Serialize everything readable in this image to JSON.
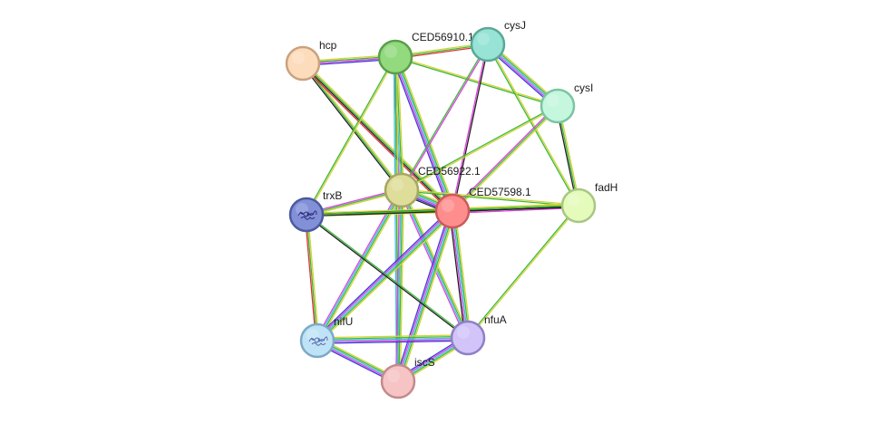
{
  "nodes": [
    {
      "id": "hcp",
      "label": "hcp",
      "fill": "#fddcbb",
      "stroke": "#c9a27e"
    },
    {
      "id": "CED56910.1",
      "label": "CED56910.1",
      "fill": "#93da7f",
      "stroke": "#5a9e49"
    },
    {
      "id": "cysJ",
      "label": "cysJ",
      "fill": "#97e3d5",
      "stroke": "#5aa896"
    },
    {
      "id": "cysI",
      "label": "cysI",
      "fill": "#c4f7de",
      "stroke": "#7dc4a2"
    },
    {
      "id": "CED56922.1",
      "label": "CED56922.1",
      "fill": "#dedd9a",
      "stroke": "#a8a660"
    },
    {
      "id": "CED57598.1",
      "label": "CED57598.1",
      "fill": "#fe8e8e",
      "stroke": "#cc5a5a"
    },
    {
      "id": "fadH",
      "label": "fadH",
      "fill": "#e4fbbb",
      "stroke": "#a8c683"
    },
    {
      "id": "trxB",
      "label": "trxB",
      "fill": "#8290d8",
      "stroke": "#4c5aa0",
      "structure": true
    },
    {
      "id": "nifU",
      "label": "nifU",
      "fill": "#bfe3f6",
      "stroke": "#7ca9c6",
      "structure": true
    },
    {
      "id": "nfuA",
      "label": "nfuA",
      "fill": "#d2c4f9",
      "stroke": "#8f80c4"
    },
    {
      "id": "iscS",
      "label": "iscS",
      "fill": "#f6c4c4",
      "stroke": "#c48a8a"
    }
  ],
  "edges": [
    {
      "source": "hcp",
      "target": "CED56910.1",
      "colors": [
        "#d4d43a",
        "#3cb93c",
        "#e040e0",
        "#3c3cd8"
      ]
    },
    {
      "source": "hcp",
      "target": "CED56922.1",
      "colors": [
        "#d4d43a",
        "#3cb93c",
        "#202020"
      ]
    },
    {
      "source": "hcp",
      "target": "CED57598.1",
      "colors": [
        "#d4d43a",
        "#3cb93c",
        "#202020",
        "#e03030"
      ]
    },
    {
      "source": "CED56910.1",
      "target": "cysJ",
      "colors": [
        "#d4d43a",
        "#3cb93c",
        "#e03030"
      ]
    },
    {
      "source": "CED56910.1",
      "target": "cysI",
      "colors": [
        "#d4d43a",
        "#3cb93c"
      ]
    },
    {
      "source": "CED56910.1",
      "target": "CED56922.1",
      "colors": [
        "#d4d43a",
        "#3cb93c",
        "#40c0e0",
        "#e040e0"
      ]
    },
    {
      "source": "CED56910.1",
      "target": "CED57598.1",
      "colors": [
        "#d4d43a",
        "#3cb93c",
        "#40c0e0",
        "#e040e0",
        "#3c3cd8"
      ]
    },
    {
      "source": "CED56910.1",
      "target": "trxB",
      "colors": [
        "#d4d43a",
        "#3cb93c"
      ]
    },
    {
      "source": "CED56910.1",
      "target": "iscS",
      "colors": [
        "#d4d43a",
        "#3cb93c",
        "#40c0e0"
      ]
    },
    {
      "source": "cysJ",
      "target": "cysI",
      "colors": [
        "#d4d43a",
        "#3cb93c",
        "#40c0e0",
        "#e040e0",
        "#3c3cd8"
      ]
    },
    {
      "source": "cysJ",
      "target": "CED56922.1",
      "colors": [
        "#e040e0",
        "#3cb93c"
      ]
    },
    {
      "source": "cysJ",
      "target": "CED57598.1",
      "colors": [
        "#202020",
        "#e040e0"
      ]
    },
    {
      "source": "cysJ",
      "target": "fadH",
      "colors": [
        "#d4d43a",
        "#3cb93c"
      ]
    },
    {
      "source": "cysI",
      "target": "CED56922.1",
      "colors": [
        "#d4d43a",
        "#3cb93c"
      ]
    },
    {
      "source": "cysI",
      "target": "CED57598.1",
      "colors": [
        "#d4d43a",
        "#3cb93c",
        "#e040e0"
      ]
    },
    {
      "source": "cysI",
      "target": "fadH",
      "colors": [
        "#d4d43a",
        "#3cb93c",
        "#202020"
      ]
    },
    {
      "source": "CED56922.1",
      "target": "CED57598.1",
      "colors": [
        "#d4d43a",
        "#3cb93c",
        "#40c0e0",
        "#e040e0",
        "#3c3cd8",
        "#202020"
      ]
    },
    {
      "source": "CED56922.1",
      "target": "trxB",
      "colors": [
        "#d4d43a",
        "#3cb93c",
        "#e040e0"
      ]
    },
    {
      "source": "CED56922.1",
      "target": "fadH",
      "colors": [
        "#d4d43a",
        "#3cb93c"
      ]
    },
    {
      "source": "CED56922.1",
      "target": "nifU",
      "colors": [
        "#d4d43a",
        "#3cb93c",
        "#40c0e0",
        "#e040e0"
      ]
    },
    {
      "source": "CED56922.1",
      "target": "nfuA",
      "colors": [
        "#d4d43a",
        "#3cb93c",
        "#40c0e0",
        "#e040e0"
      ]
    },
    {
      "source": "CED56922.1",
      "target": "iscS",
      "colors": [
        "#d4d43a",
        "#3cb93c",
        "#40c0e0",
        "#e040e0"
      ]
    },
    {
      "source": "CED57598.1",
      "target": "trxB",
      "colors": [
        "#d4d43a",
        "#3cb93c",
        "#202020"
      ]
    },
    {
      "source": "CED57598.1",
      "target": "fadH",
      "colors": [
        "#d4d43a",
        "#3cb93c",
        "#202020",
        "#e040e0"
      ]
    },
    {
      "source": "CED57598.1",
      "target": "nifU",
      "colors": [
        "#d4d43a",
        "#3cb93c",
        "#40c0e0",
        "#e040e0",
        "#3c3cd8"
      ]
    },
    {
      "source": "CED57598.1",
      "target": "nfuA",
      "colors": [
        "#d4d43a",
        "#3cb93c",
        "#40c0e0",
        "#e040e0",
        "#202020"
      ]
    },
    {
      "source": "CED57598.1",
      "target": "iscS",
      "colors": [
        "#d4d43a",
        "#3cb93c",
        "#40c0e0",
        "#e040e0",
        "#3c3cd8"
      ]
    },
    {
      "source": "trxB",
      "target": "fadH",
      "colors": [
        "#d4d43a",
        "#3cb93c",
        "#202020"
      ]
    },
    {
      "source": "trxB",
      "target": "nifU",
      "colors": [
        "#d4d43a",
        "#3cb93c",
        "#e03030"
      ]
    },
    {
      "source": "trxB",
      "target": "nfuA",
      "colors": [
        "#3cb93c",
        "#202020"
      ]
    },
    {
      "source": "fadH",
      "target": "nfuA",
      "colors": [
        "#d4d43a",
        "#3cb93c"
      ]
    },
    {
      "source": "nifU",
      "target": "nfuA",
      "colors": [
        "#d4d43a",
        "#3cb93c",
        "#40c0e0",
        "#e040e0",
        "#3c3cd8"
      ]
    },
    {
      "source": "nifU",
      "target": "iscS",
      "colors": [
        "#d4d43a",
        "#3cb93c",
        "#40c0e0",
        "#e040e0",
        "#3c3cd8"
      ]
    },
    {
      "source": "nfuA",
      "target": "iscS",
      "colors": [
        "#d4d43a",
        "#3cb93c",
        "#40c0e0",
        "#e040e0",
        "#3c3cd8"
      ]
    }
  ]
}
